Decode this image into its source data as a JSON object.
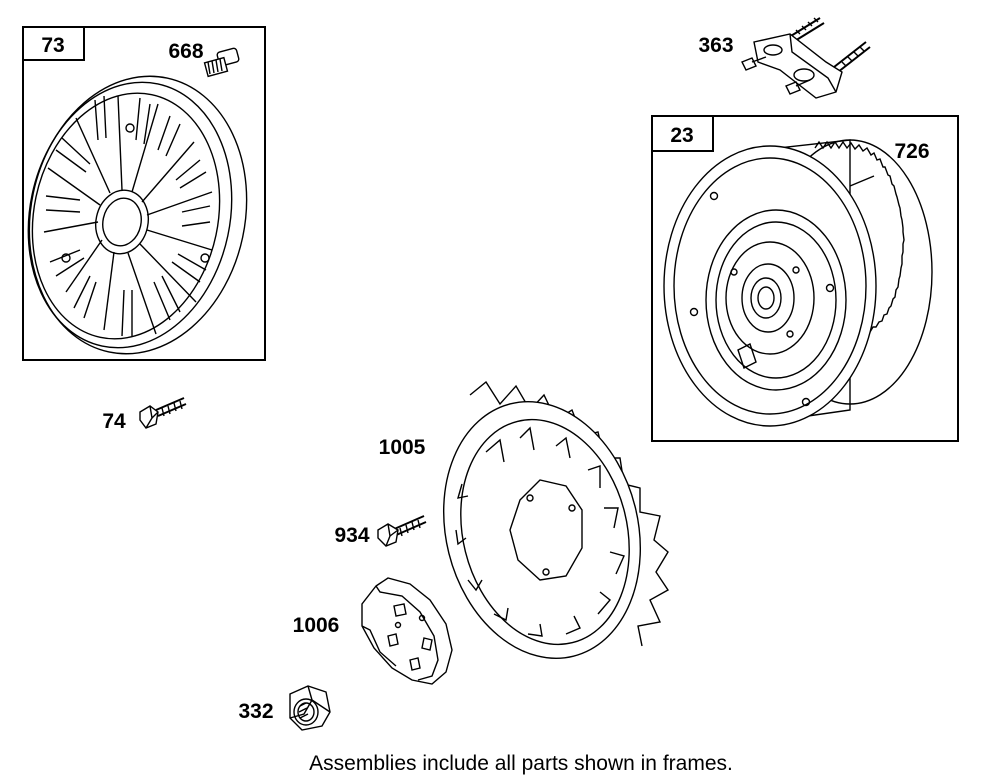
{
  "parts": {
    "p73": "73",
    "p668": "668",
    "p363": "363",
    "p23": "23",
    "p726": "726",
    "p74": "74",
    "p1005": "1005",
    "p934": "934",
    "p1006": "1006",
    "p332": "332"
  },
  "caption": "Assemblies include all parts shown in frames."
}
